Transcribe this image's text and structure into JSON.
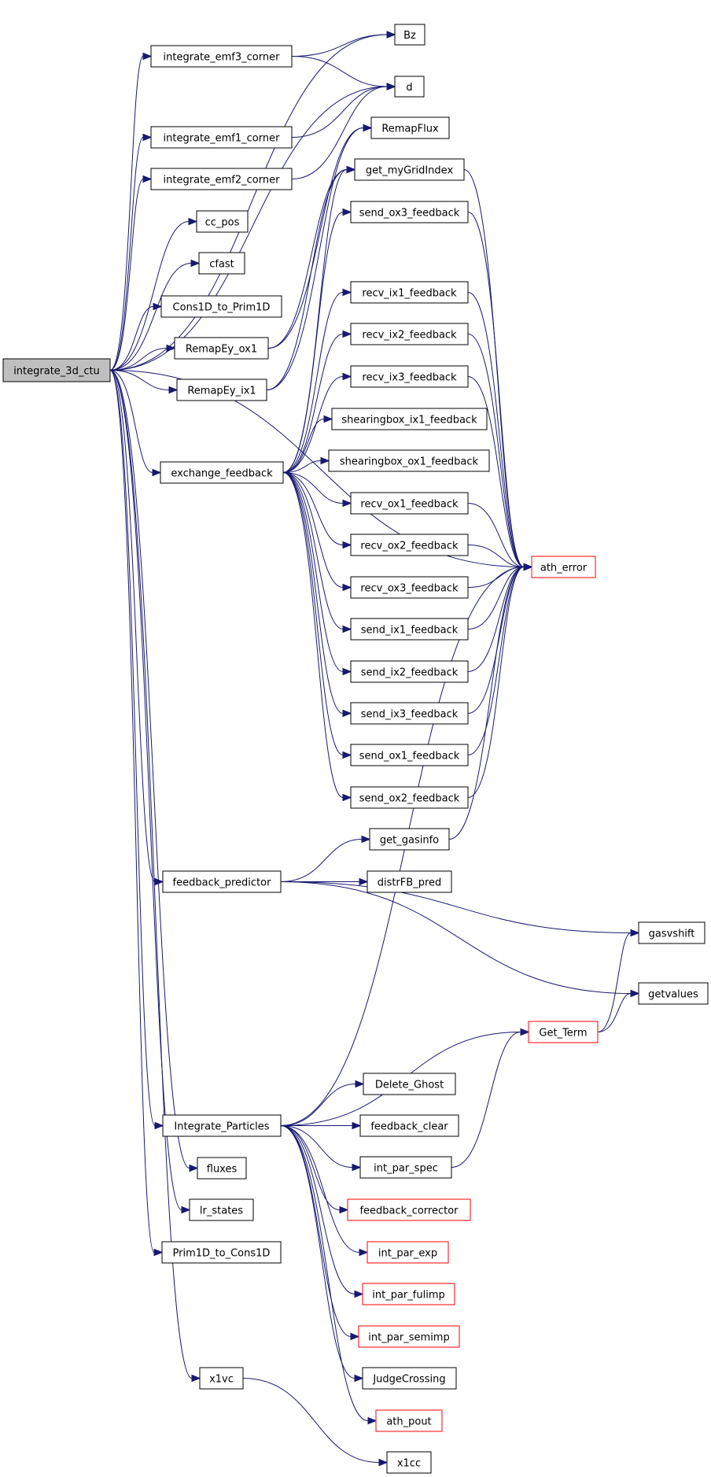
{
  "colors": {
    "edge": "#191970",
    "node_border": "#000000",
    "root_fill": "#bfbfbf",
    "external_border": "#ff0000"
  },
  "nodes": {
    "root": "integrate_3d_ctu",
    "bz": "Bz",
    "emf3": "integrate_emf3_corner",
    "d": "d",
    "remapflux": "RemapFlux",
    "emf1": "integrate_emf1_corner",
    "getgrid": "get_myGridIndex",
    "emf2": "integrate_emf2_corner",
    "sendox3": "send_ox3_feedback",
    "ccpos": "cc_pos",
    "cfast": "cfast",
    "recvix1": "recv_ix1_feedback",
    "cons1d": "Cons1D_to_Prim1D",
    "recvix2": "recv_ix2_feedback",
    "remapox1": "RemapEy_ox1",
    "remapix1": "RemapEy_ix1",
    "recvix3": "recv_ix3_feedback",
    "sbix1": "shearingbox_ix1_feedback",
    "exfb": "exchange_feedback",
    "sbox1": "shearingbox_ox1_feedback",
    "recvox1": "recv_ox1_feedback",
    "recvox2": "recv_ox2_feedback",
    "atherror": "ath_error",
    "recvox3": "recv_ox3_feedback",
    "sendix1": "send_ix1_feedback",
    "sendix2": "send_ix2_feedback",
    "sendix3": "send_ix3_feedback",
    "sendox1": "send_ox1_feedback",
    "sendox2": "send_ox2_feedback",
    "getgas": "get_gasinfo",
    "fbpred": "feedback_predictor",
    "distr": "distrFB_pred",
    "gasvshift": "gasvshift",
    "getvalues": "getvalues",
    "getterm": "Get_Term",
    "delghost": "Delete_Ghost",
    "intpart": "Integrate_Particles",
    "fbclear": "feedback_clear",
    "fluxes": "fluxes",
    "intparspec": "int_par_spec",
    "lrstates": "lr_states",
    "fbcorr": "feedback_corrector",
    "prim1d": "Prim1D_to_Cons1D",
    "intparexp": "int_par_exp",
    "intparfulimp": "int_par_fulimp",
    "intparsemimp": "int_par_semimp",
    "judge": "JudgeCrossing",
    "x1vc": "x1vc",
    "athpout": "ath_pout",
    "x1cc": "x1cc"
  },
  "edges": [
    [
      "root",
      "bz"
    ],
    [
      "root",
      "emf3"
    ],
    [
      "root",
      "d"
    ],
    [
      "root",
      "emf1"
    ],
    [
      "root",
      "emf2"
    ],
    [
      "root",
      "ccpos"
    ],
    [
      "root",
      "cfast"
    ],
    [
      "root",
      "cons1d"
    ],
    [
      "root",
      "remapox1"
    ],
    [
      "root",
      "remapix1"
    ],
    [
      "root",
      "atherror"
    ],
    [
      "root",
      "exfb"
    ],
    [
      "root",
      "fbpred"
    ],
    [
      "root",
      "intpart"
    ],
    [
      "root",
      "fluxes"
    ],
    [
      "root",
      "lrstates"
    ],
    [
      "root",
      "prim1d"
    ],
    [
      "root",
      "x1vc"
    ],
    [
      "emf3",
      "bz"
    ],
    [
      "emf3",
      "d"
    ],
    [
      "emf1",
      "d"
    ],
    [
      "emf2",
      "d"
    ],
    [
      "remapox1",
      "remapflux"
    ],
    [
      "remapox1",
      "getgrid"
    ],
    [
      "remapix1",
      "remapflux"
    ],
    [
      "remapix1",
      "getgrid"
    ],
    [
      "exfb",
      "getgrid"
    ],
    [
      "exfb",
      "sendox3"
    ],
    [
      "exfb",
      "recvix1"
    ],
    [
      "exfb",
      "recvix2"
    ],
    [
      "exfb",
      "recvix3"
    ],
    [
      "exfb",
      "sbix1"
    ],
    [
      "exfb",
      "sbox1"
    ],
    [
      "exfb",
      "recvox1"
    ],
    [
      "exfb",
      "recvox2"
    ],
    [
      "exfb",
      "recvox3"
    ],
    [
      "exfb",
      "sendix1"
    ],
    [
      "exfb",
      "sendix2"
    ],
    [
      "exfb",
      "sendix3"
    ],
    [
      "exfb",
      "sendox1"
    ],
    [
      "exfb",
      "sendox2"
    ],
    [
      "getgrid",
      "atherror"
    ],
    [
      "sendox3",
      "atherror"
    ],
    [
      "recvix1",
      "atherror"
    ],
    [
      "recvix2",
      "atherror"
    ],
    [
      "recvix3",
      "atherror"
    ],
    [
      "recvox1",
      "atherror"
    ],
    [
      "recvox2",
      "atherror"
    ],
    [
      "recvox3",
      "atherror"
    ],
    [
      "sendix1",
      "atherror"
    ],
    [
      "sendix2",
      "atherror"
    ],
    [
      "sendix3",
      "atherror"
    ],
    [
      "sendox1",
      "atherror"
    ],
    [
      "sendox2",
      "atherror"
    ],
    [
      "getgas",
      "atherror"
    ],
    [
      "fbpred",
      "getgas"
    ],
    [
      "fbpred",
      "distr"
    ],
    [
      "fbpred",
      "gasvshift"
    ],
    [
      "fbpred",
      "getvalues"
    ],
    [
      "getterm",
      "gasvshift"
    ],
    [
      "getterm",
      "getvalues"
    ],
    [
      "intpart",
      "atherror"
    ],
    [
      "intpart",
      "getterm"
    ],
    [
      "intpart",
      "delghost"
    ],
    [
      "intpart",
      "fbclear"
    ],
    [
      "intpart",
      "intparspec"
    ],
    [
      "intpart",
      "fbcorr"
    ],
    [
      "intpart",
      "intparexp"
    ],
    [
      "intpart",
      "intparfulimp"
    ],
    [
      "intpart",
      "intparsemimp"
    ],
    [
      "intpart",
      "judge"
    ],
    [
      "intpart",
      "athpout"
    ],
    [
      "intparspec",
      "getterm"
    ],
    [
      "x1vc",
      "x1cc"
    ]
  ]
}
